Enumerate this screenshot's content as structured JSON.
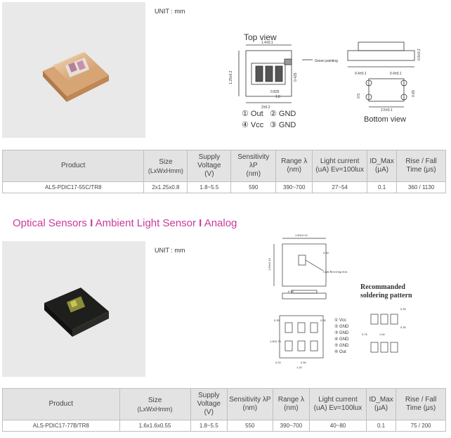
{
  "section1": {
    "unit_label": "UNIT : mm",
    "diagram": {
      "top_view_label": "Top view",
      "bottom_view_label": "Bottom view",
      "green_painting_label": "Green painting",
      "pin_labels": [
        "① Out",
        "② GND",
        "④ Vcc",
        "③ GND"
      ],
      "dimensions": [
        "1.4±0.1",
        "1.25±0.2",
        "2±0.2",
        "0.825",
        "1.0",
        "0.425",
        "0.8±0.2",
        "0.4±0.1",
        "0.4±0.1",
        "2.5±0.1",
        "0.5",
        "0.65"
      ]
    },
    "table": {
      "headers": {
        "product": "Product",
        "size": "Size",
        "size_unit": "(LxWxHmm)",
        "supply": "Supply Voltage",
        "supply_unit": "(V)",
        "sensitivity": "Sensitivity λP",
        "sensitivity_unit": "(nm)",
        "range": "Range λ",
        "range_unit": "(nm)",
        "light": "Light current",
        "light_unit": "(uA) Ev=100lux",
        "idmax": "ID_Max",
        "idmax_unit": "(μA)",
        "rise": "Rise / Fall",
        "rise_unit": "Time (μs)"
      },
      "row": {
        "product": "ALS-PDIC17-55C/TR8",
        "size": "2x1.25x0.8",
        "supply": "1.8~5.5",
        "sensitivity": "590",
        "range": "390~700",
        "light": "27~54",
        "idmax": "0.1",
        "rise": "360 / 1130"
      }
    }
  },
  "section2": {
    "title_parts": [
      "Optical Sensors",
      "I",
      "Ambient Light Sensor",
      "I",
      "Analog"
    ],
    "unit_label": "UNIT : mm",
    "diagram": {
      "recommended_label": "Recommanded",
      "soldering_label": "soldering pattern",
      "light_area_label": "Light Receiving Area",
      "pin_labels": [
        "① Vcc",
        "② GND",
        "③ GND",
        "④ GND",
        "⑤ GND",
        "⑥ Out"
      ],
      "dimensions": [
        "1.60±0.10",
        "1.60±0.10",
        "0.60",
        "0.75",
        "0.30",
        "0.30",
        "1.50",
        "0.75",
        "0.20",
        "0.50",
        "1.20",
        "0.30",
        "1.00",
        "0.75",
        "0.30"
      ]
    },
    "table": {
      "headers": {
        "product": "Product",
        "size": "Size",
        "size_unit": "(LxWxHmm)",
        "supply": "Supply Voltage",
        "supply_unit": "(V)",
        "sensitivity": "Sensitivity λP",
        "sensitivity_unit": "(nm)",
        "range": "Range λ",
        "range_unit": "(nm)",
        "light": "Light current",
        "light_unit": "(uA) Ev=100lux",
        "idmax": "ID_Max",
        "idmax_unit": "(μA)",
        "rise": "Rise / Fall",
        "rise_unit": "Time (μs)"
      },
      "row": {
        "product": "ALS-PDIC17-77B/TR8",
        "size": "1.6x1.6x0.55",
        "supply": "1.8~5.5",
        "sensitivity": "550",
        "range": "390~700",
        "light": "40~80",
        "idmax": "0.1",
        "rise": "75 / 200"
      }
    }
  }
}
